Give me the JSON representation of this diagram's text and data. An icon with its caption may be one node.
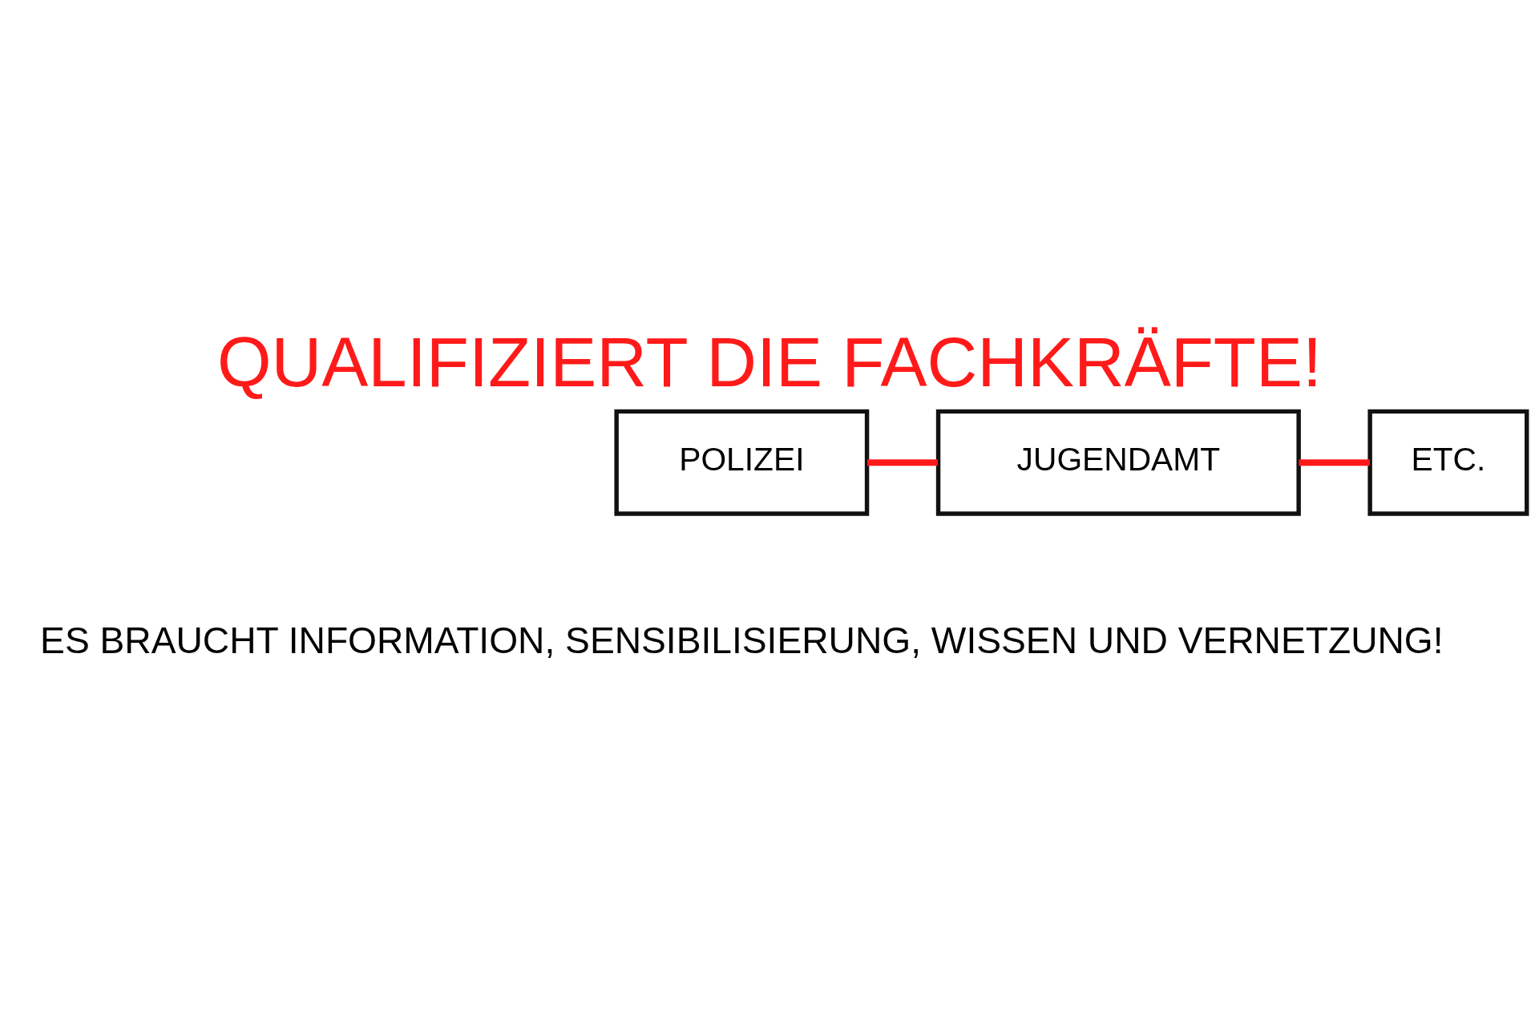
{
  "diagram": {
    "title": "QUALIFIZIERT DIE FACHKRÄFTE!",
    "caption": "ES BRAUCHT INFORMATION, SENSIBILISIERUNG, WISSEN UND VERNETZUNG!",
    "nodes": [
      {
        "text": [
          "POLIZEI"
        ]
      },
      {
        "text": [
          "JUGENDAMT"
        ]
      },
      {
        "text": [
          "ETC."
        ]
      }
    ],
    "edges": [
      {
        "from": 0,
        "to": 1,
        "arrow": "none"
      },
      {
        "from": 1,
        "to": 2,
        "arrow": "none"
      }
    ]
  }
}
